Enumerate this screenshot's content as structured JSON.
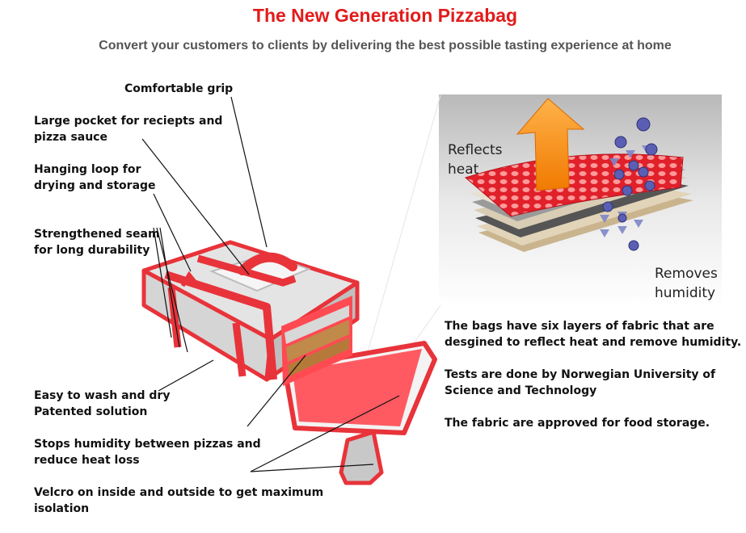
{
  "header": {
    "title": "The New Generation Pizzabag",
    "subtitle": "Convert your customers to clients by delivering the best possible tasting experience at home"
  },
  "callouts": [
    {
      "line1": "Comfortable grip",
      "line2": ""
    },
    {
      "line1": "Large pocket for reciepts and",
      "line2": "pizza sauce"
    },
    {
      "line1": "Hanging loop for",
      "line2": "drying and storage"
    },
    {
      "line1": "Strengthened seam",
      "line2": "for long durability"
    },
    {
      "line1": "Easy to wash and dry",
      "line2": "Patented solution"
    },
    {
      "line1": "Stops humidity between pizzas and",
      "line2": "reduce heat loss"
    },
    {
      "line1": "Velcro on inside and outside to get maximum",
      "line2": "isolation"
    }
  ],
  "inset": {
    "reflects_line1": "Reflects",
    "reflects_line2": "heat",
    "removes_line1": "Removes",
    "removes_line2": "humidity"
  },
  "description": {
    "p1_line1": "The bags have six layers of fabric that are",
    "p1_line2": "desgined to reflect heat and remove humidity.",
    "p2_line1": "Tests are done by Norwegian University of",
    "p2_line2": "Science and Technology",
    "p3_line1": "The fabric are approved for food storage."
  },
  "colors": {
    "accent_red": "#e21b1b",
    "bag_red": "#e8333a",
    "bag_grey": "#c9c9c9"
  }
}
